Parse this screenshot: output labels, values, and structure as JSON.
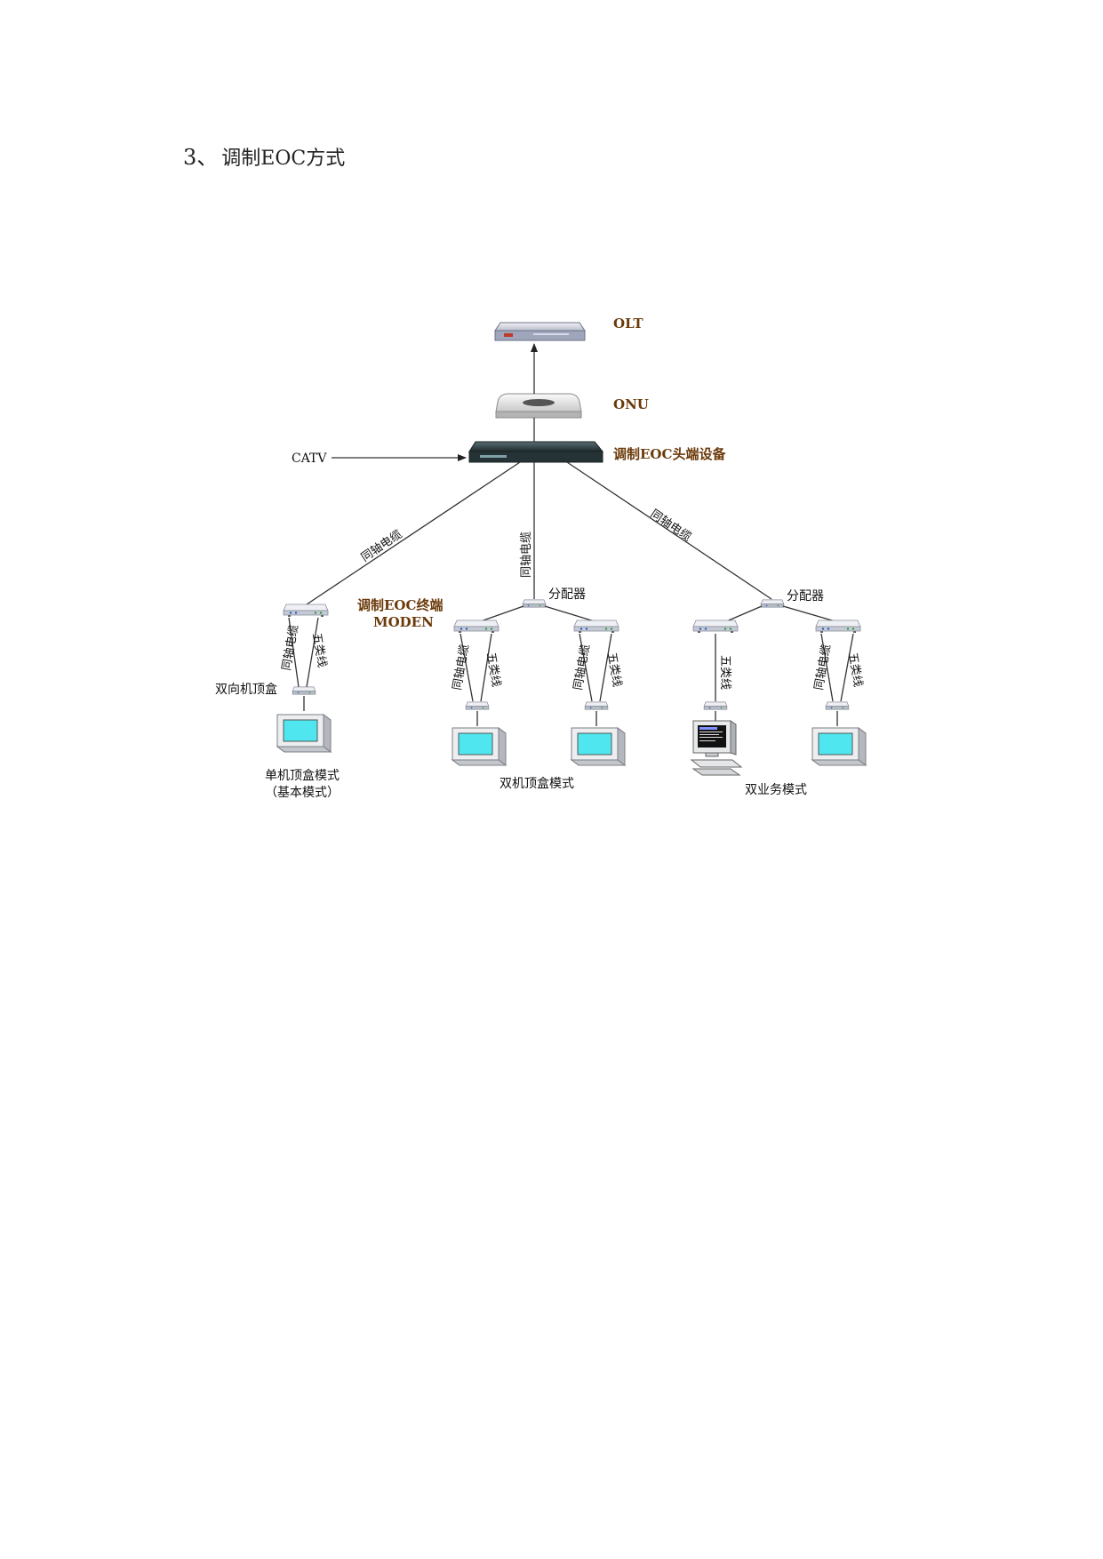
{
  "heading": {
    "number": "3、",
    "text": "调制EOC方式"
  },
  "devices": {
    "olt": "OLT",
    "onu": "ONU",
    "head_end": "调制EOC头端设备",
    "terminal_line1": "调制EOC终端",
    "terminal_line2": "MODEN"
  },
  "labels": {
    "catv": "CATV",
    "coax": "同轴电缆",
    "twisted_pair": "五类线",
    "splitter": "分配器",
    "stb_two_way": "双向机顶盒"
  },
  "modes": {
    "single_line1": "单机顶盒模式",
    "single_line2": "（基本模式）",
    "dual_stb": "双机顶盒模式",
    "dual_service": "双业务模式"
  },
  "colors": {
    "device_label": "#6b3a0a",
    "screen": "#4fe6f0",
    "line": "#333333"
  }
}
